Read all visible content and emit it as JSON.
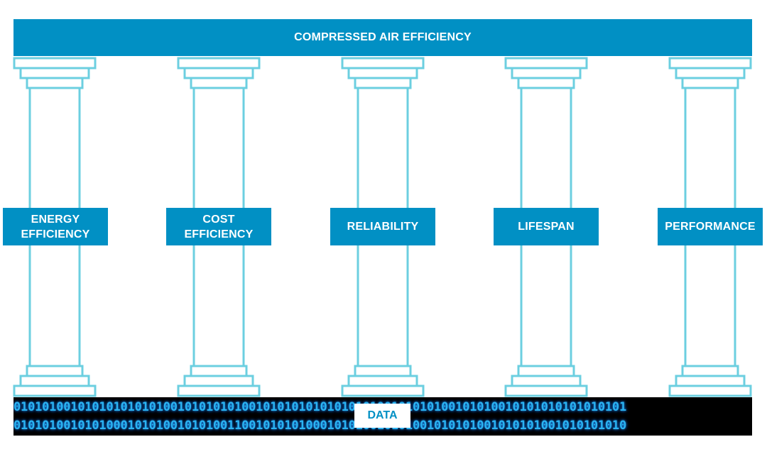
{
  "title": "COMPRESSED AIR EFFICIENCY",
  "pillars": [
    {
      "label": "ENERGY\nEFFICIENCY"
    },
    {
      "label": "COST\nEFFICIENCY"
    },
    {
      "label": "RELIABILITY"
    },
    {
      "label": "LIFESPAN"
    },
    {
      "label": "PERFORMANCE"
    }
  ],
  "foundation": {
    "label": "DATA",
    "binary_top": "01010100101010101010100101010101001010101010101010100101010100101010010101010101010101",
    "binary_bottom": "01010100101010001010100101010011001010101000101010010101001010101001010101001010101010"
  },
  "colors": {
    "accent": "#0190c4",
    "pillar_outline": "#6ccfe0",
    "binary_glow": "#2ab4f2"
  }
}
